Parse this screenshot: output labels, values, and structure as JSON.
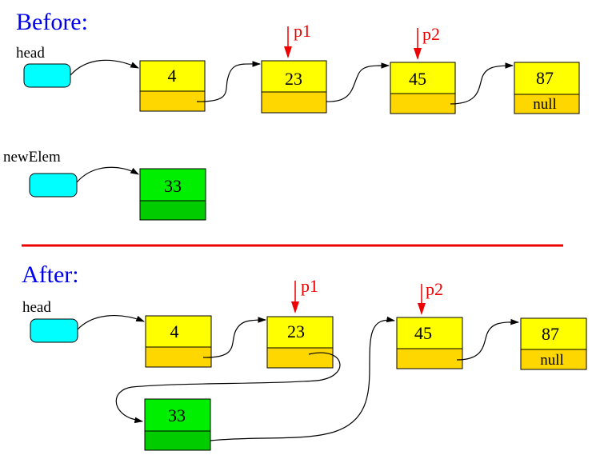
{
  "colors": {
    "title": "#0000ee",
    "pointer": "#ee0000",
    "divider": "#ee0000",
    "var_box": "#00ffff",
    "node_top": "#ffff00",
    "node_bottom": "#ffd700",
    "new_top": "#00ee00",
    "new_bottom": "#00cc00"
  },
  "before": {
    "title": "Before:",
    "head_label": "head",
    "new_elem_label": "newElem",
    "nodes": [
      {
        "value": "4",
        "next": ""
      },
      {
        "value": "23",
        "next": ""
      },
      {
        "value": "45",
        "next": ""
      },
      {
        "value": "87",
        "next": "null"
      }
    ],
    "new_node": {
      "value": "33",
      "next": ""
    },
    "pointers": {
      "p1": "p1",
      "p2": "p2"
    }
  },
  "after": {
    "title": "After:",
    "head_label": "head",
    "nodes": [
      {
        "value": "4",
        "next": ""
      },
      {
        "value": "23",
        "next": ""
      },
      {
        "value": "45",
        "next": ""
      },
      {
        "value": "87",
        "next": "null"
      }
    ],
    "new_node": {
      "value": "33",
      "next": ""
    },
    "pointers": {
      "p1": "p1",
      "p2": "p2"
    }
  }
}
